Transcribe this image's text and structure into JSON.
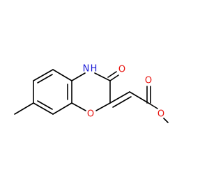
{
  "molecule": {
    "atoms": {
      "nh": "N H",
      "o_carbonyl_lactam": "O",
      "o_ring": "O",
      "o_carbonyl_ester": "O",
      "o_ester": "O"
    },
    "colors": {
      "nitrogen": "#1a1ad6",
      "oxygen": "#e8120d",
      "bond": "#000000"
    }
  }
}
